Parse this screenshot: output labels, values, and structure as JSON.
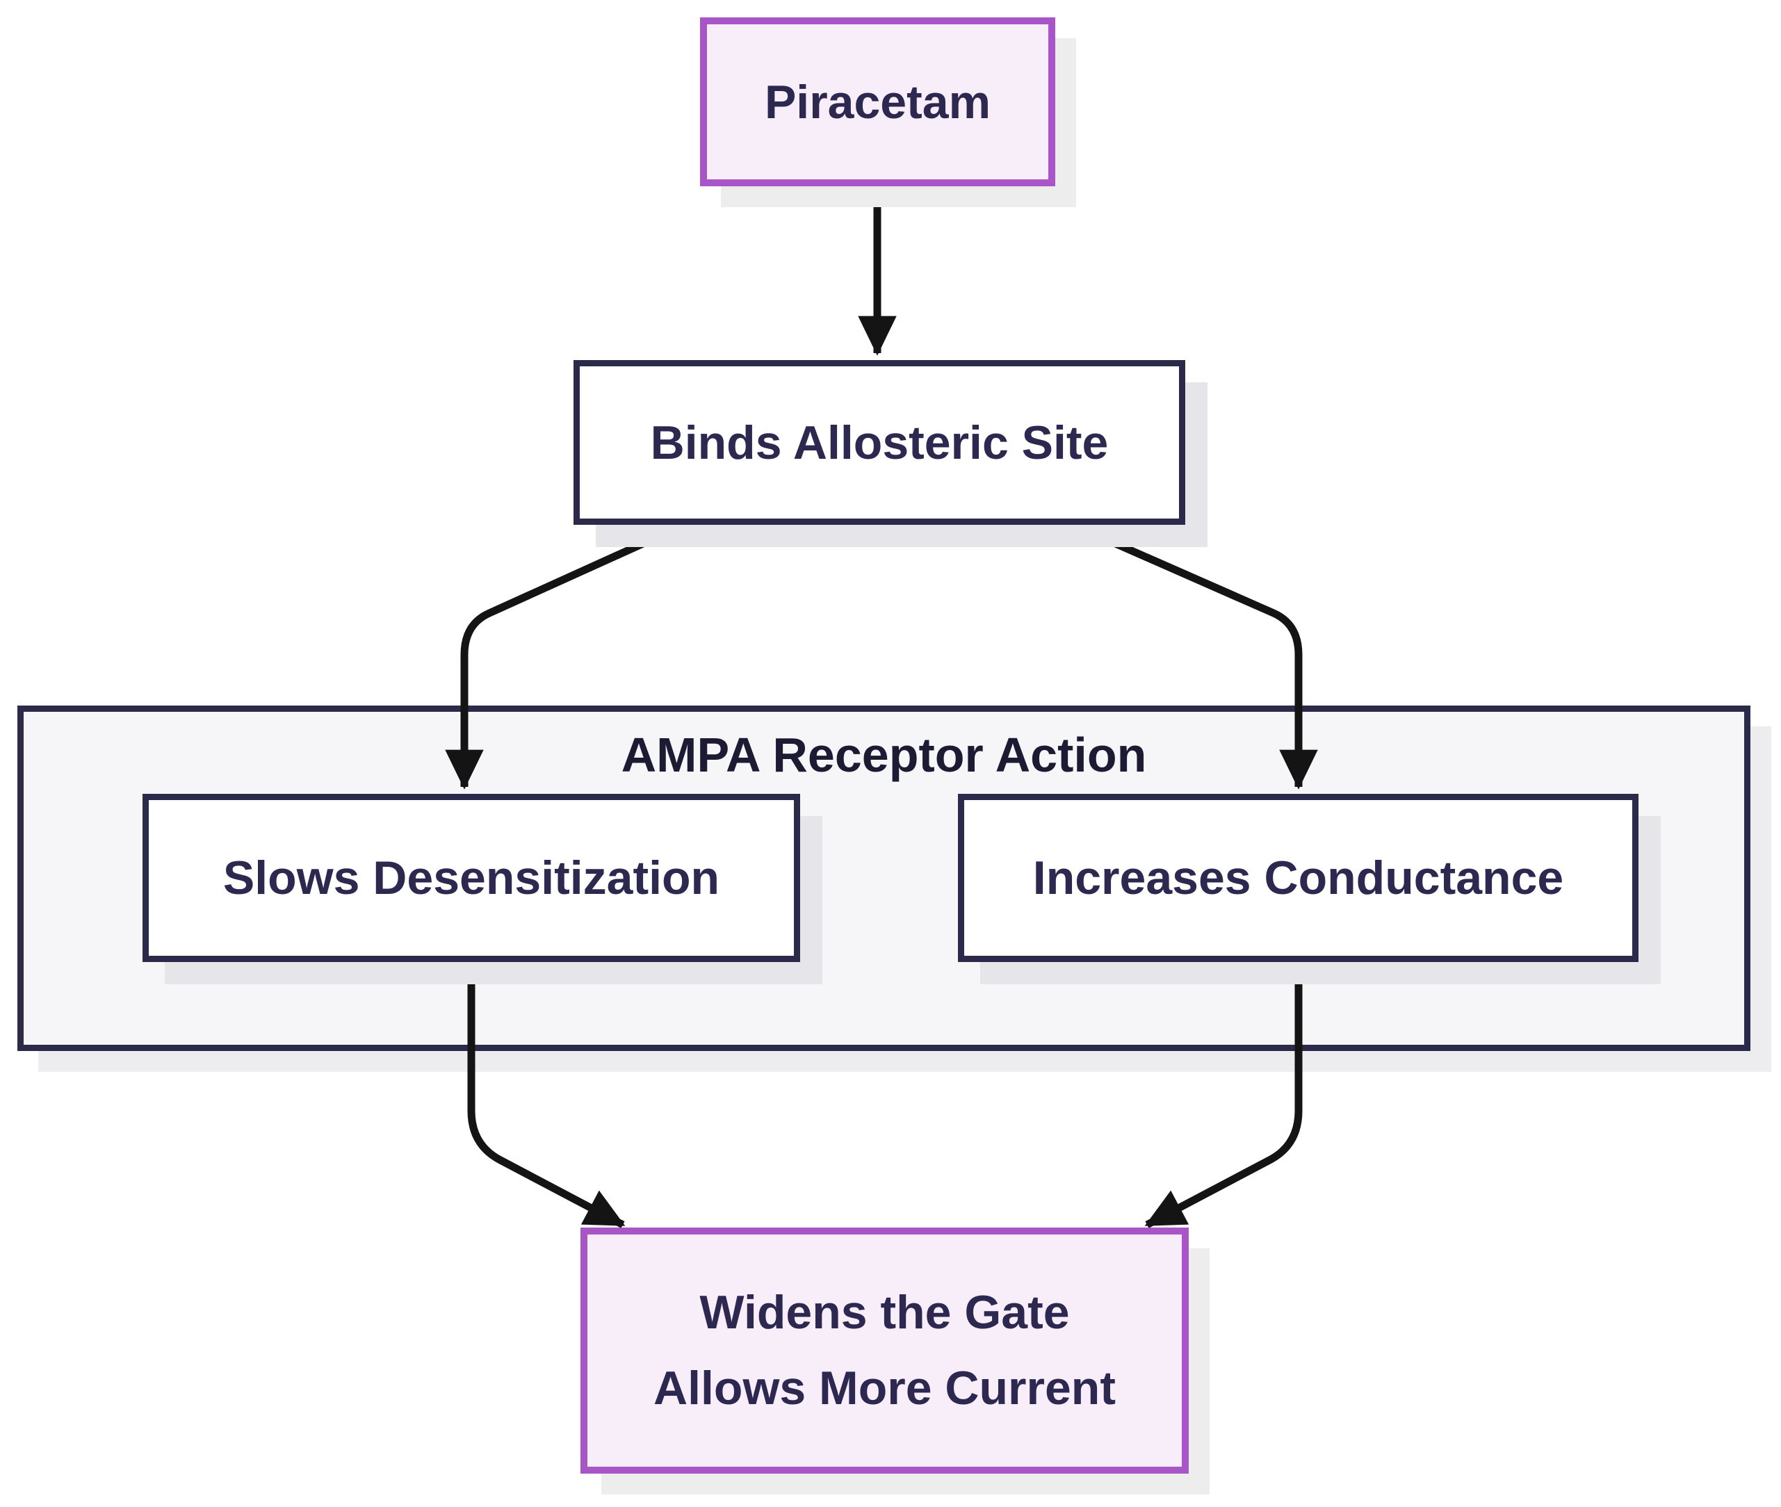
{
  "diagram": {
    "type": "flowchart",
    "direction": "top-down",
    "group": {
      "title": "AMPA Receptor Action"
    },
    "nodes": {
      "piracetam": {
        "label": "Piracetam",
        "style": "accent"
      },
      "binds": {
        "label": "Binds Allosteric Site",
        "style": "plain"
      },
      "slows": {
        "label": "Slows Desensitization",
        "style": "plain",
        "inside_group": true
      },
      "increases": {
        "label": "Increases Conductance",
        "style": "plain",
        "inside_group": true
      },
      "widens": {
        "line1": "Widens the Gate",
        "line2": "Allows More Current",
        "style": "accent"
      }
    },
    "edges": [
      {
        "from": "piracetam",
        "to": "binds"
      },
      {
        "from": "binds",
        "to": "slows"
      },
      {
        "from": "binds",
        "to": "increases"
      },
      {
        "from": "slows",
        "to": "widens"
      },
      {
        "from": "increases",
        "to": "widens"
      }
    ],
    "colors": {
      "accent_border": "#a855c7",
      "accent_fill": "#f8eef9",
      "node_border": "#2b2a4b",
      "node_fill": "#ffffff",
      "group_fill": "#f6f6f8",
      "text": "#2c2850",
      "arrow": "#141414",
      "background": "#ffffff"
    }
  }
}
